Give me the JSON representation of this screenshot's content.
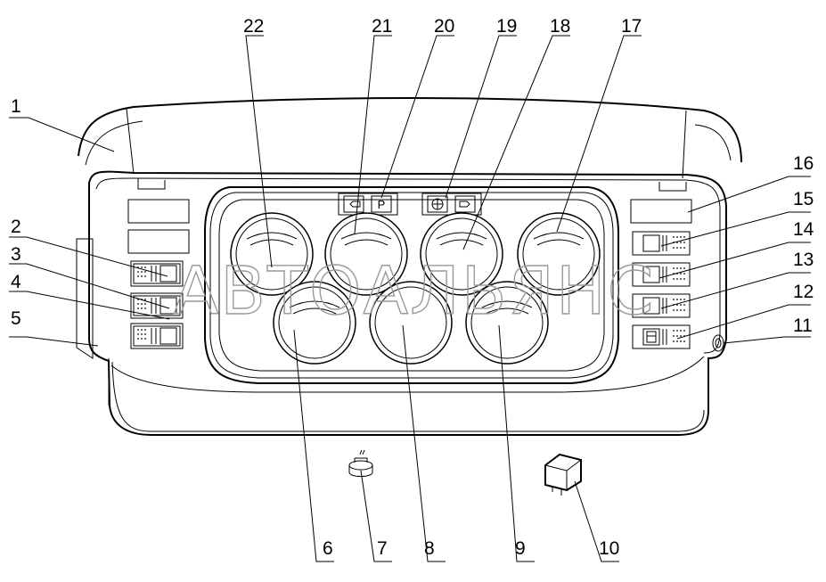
{
  "diagram": {
    "callouts": [
      "1",
      "2",
      "3",
      "4",
      "5",
      "6",
      "7",
      "8",
      "9",
      "10",
      "11",
      "12",
      "13",
      "14",
      "15",
      "16",
      "17",
      "18",
      "19",
      "20",
      "21",
      "22"
    ],
    "parking_symbol": "P",
    "watermark": "АВТОАЛЬЯНС"
  }
}
